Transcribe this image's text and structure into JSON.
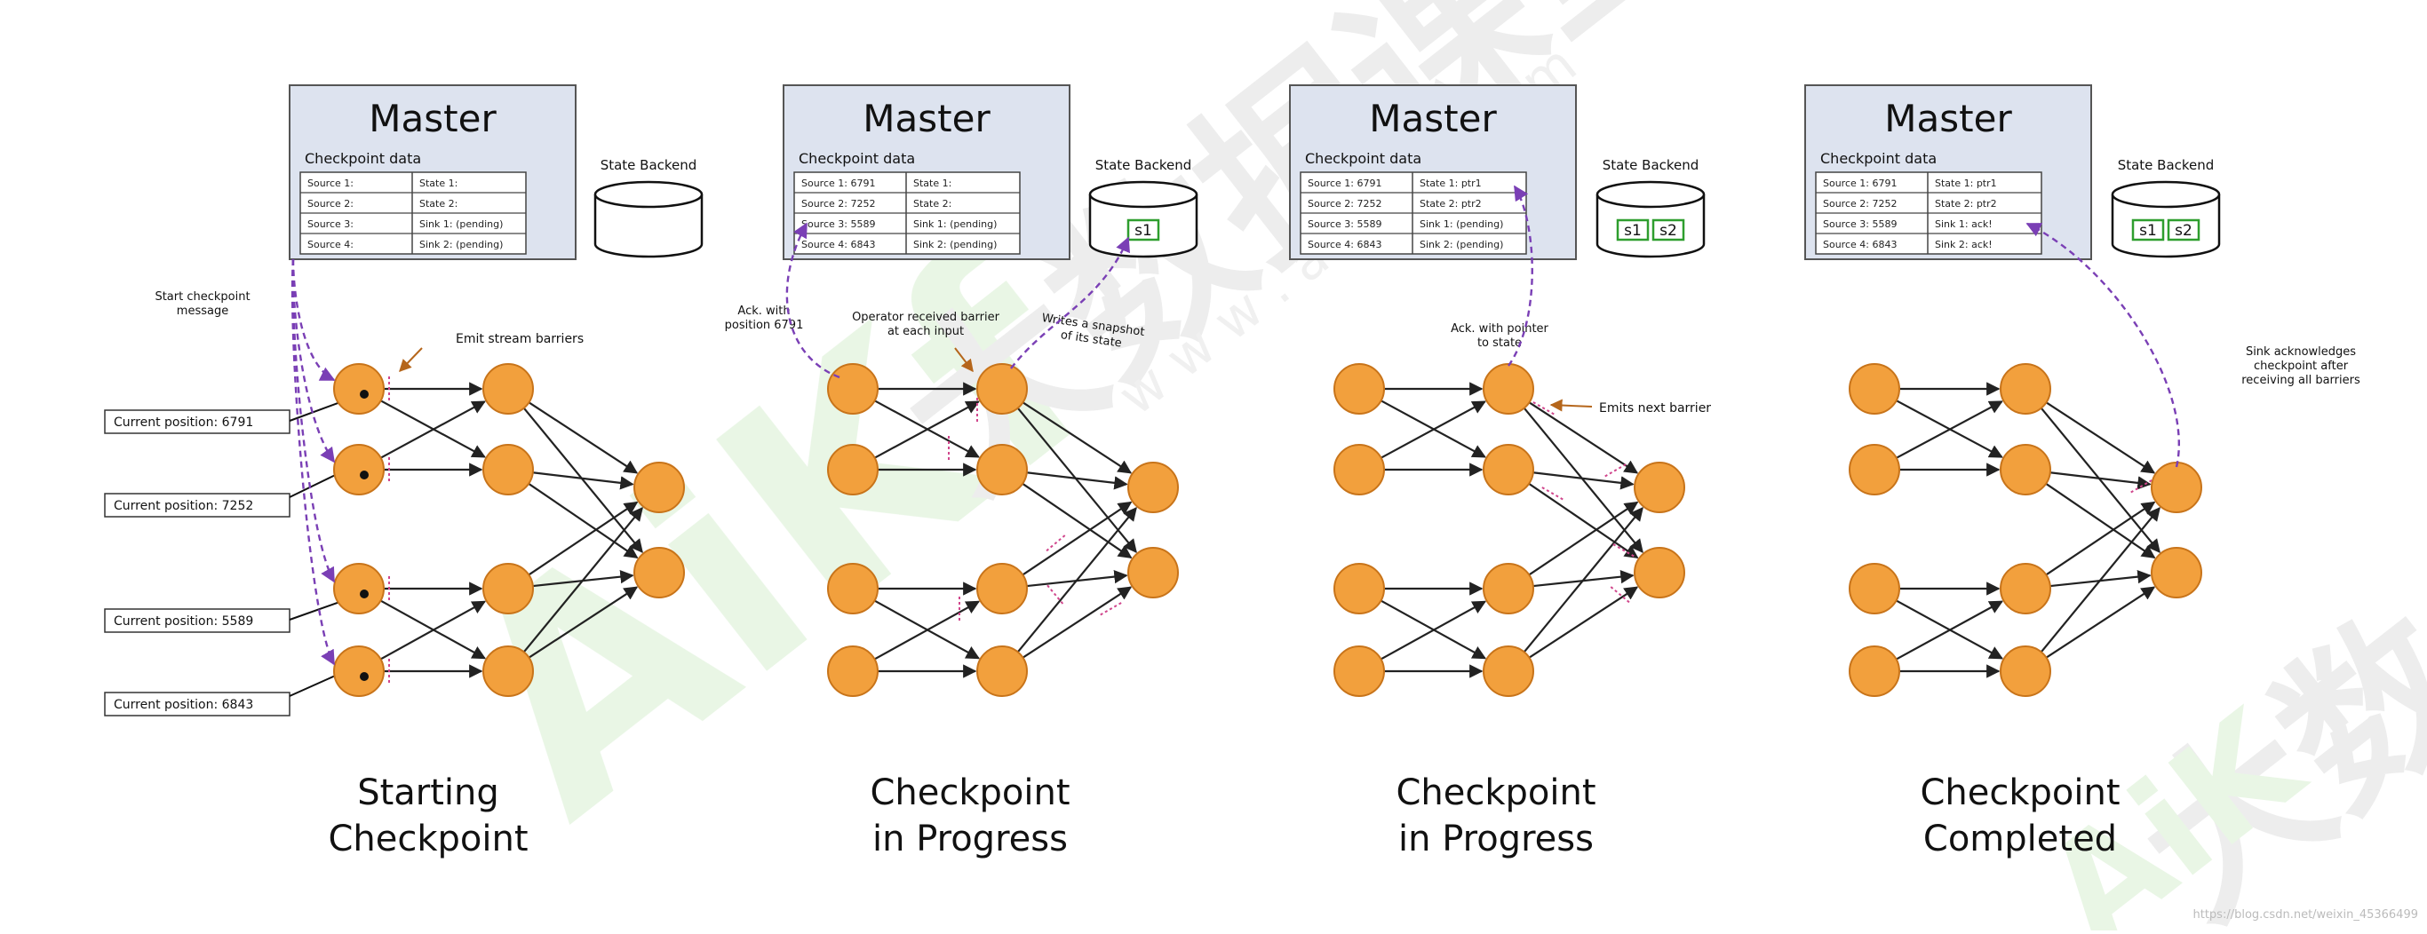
{
  "panels": [
    {
      "master_title": "Master",
      "checkpoint_label": "Checkpoint data",
      "table": [
        [
          "Source 1:",
          "State 1:"
        ],
        [
          "Source 2:",
          "State 2:"
        ],
        [
          "Source 3:",
          "Sink 1: (pending)"
        ],
        [
          "Source 4:",
          "Sink 2: (pending)"
        ]
      ],
      "backend_label": "State Backend",
      "backend_items": [],
      "caption": [
        "Starting",
        "Checkpoint"
      ],
      "notes": [
        "Start checkpoint\nmessage",
        "Emit stream barriers"
      ],
      "positions": [
        "Current position: 6791",
        "Current position: 7252",
        "Current position: 5589",
        "Current position: 6843"
      ]
    },
    {
      "master_title": "Master",
      "checkpoint_label": "Checkpoint data",
      "table": [
        [
          "Source 1: 6791",
          "State 1:"
        ],
        [
          "Source 2: 7252",
          "State 2:"
        ],
        [
          "Source 3: 5589",
          "Sink 1: (pending)"
        ],
        [
          "Source 4: 6843",
          "Sink 2: (pending)"
        ]
      ],
      "backend_label": "State Backend",
      "backend_items": [
        "s1"
      ],
      "caption": [
        "Checkpoint",
        "in Progress"
      ],
      "notes": [
        "Ack. with\nposition 6791",
        "Operator received barrier\nat each input",
        "Writes a snapshot\nof its state"
      ]
    },
    {
      "master_title": "Master",
      "checkpoint_label": "Checkpoint data",
      "table": [
        [
          "Source 1: 6791",
          "State 1: ptr1"
        ],
        [
          "Source 2: 7252",
          "State 2: ptr2"
        ],
        [
          "Source 3: 5589",
          "Sink 1: (pending)"
        ],
        [
          "Source 4: 6843",
          "Sink 2: (pending)"
        ]
      ],
      "backend_label": "State Backend",
      "backend_items": [
        "s1",
        "s2"
      ],
      "caption": [
        "Checkpoint",
        "in Progress"
      ],
      "notes": [
        "Ack. with pointer\nto state",
        "Emits next barrier"
      ]
    },
    {
      "master_title": "Master",
      "checkpoint_label": "Checkpoint data",
      "table": [
        [
          "Source 1: 6791",
          "State 1: ptr1"
        ],
        [
          "Source 2: 7252",
          "State 2: ptr2"
        ],
        [
          "Source 3: 5589",
          "Sink 1: ack!"
        ],
        [
          "Source 4: 6843",
          "Sink 2: ack!"
        ]
      ],
      "backend_label": "State Backend",
      "backend_items": [
        "s1",
        "s2"
      ],
      "caption": [
        "Checkpoint",
        "Completed"
      ],
      "notes": [
        "Sink acknowledges\ncheckpoint after\nreceiving all barriers"
      ]
    }
  ],
  "watermark": {
    "text": "AiKf 大数据课堂 www.aikf.com",
    "url": "https://blog.csdn.net/weixin_45366499"
  },
  "colors": {
    "node_fill": "#f2a03d",
    "node_stroke": "#c8741a",
    "master_fill": "#dde3ef",
    "barrier": "#d0468c",
    "ack": "#7a3fb5",
    "note_arrow": "#b5661b",
    "snapshot_green": "#2e9e2e"
  }
}
